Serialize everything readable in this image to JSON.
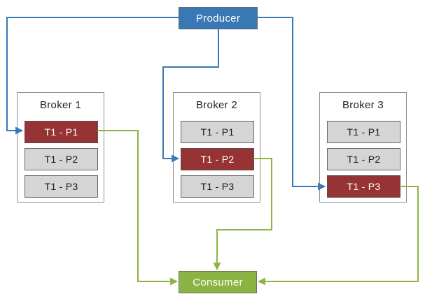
{
  "diagram": {
    "producer": {
      "label": "Producer"
    },
    "consumer": {
      "label": "Consumer"
    },
    "brokers": [
      {
        "title": "Broker 1",
        "partitions": [
          {
            "label": "T1 - P1",
            "leader": true
          },
          {
            "label": "T1 - P2",
            "leader": false
          },
          {
            "label": "T1 - P3",
            "leader": false
          }
        ]
      },
      {
        "title": "Broker 2",
        "partitions": [
          {
            "label": "T1 - P1",
            "leader": false
          },
          {
            "label": "T1 - P2",
            "leader": true
          },
          {
            "label": "T1 - P3",
            "leader": false
          }
        ]
      },
      {
        "title": "Broker 3",
        "partitions": [
          {
            "label": "T1 - P1",
            "leader": false
          },
          {
            "label": "T1 - P2",
            "leader": false
          },
          {
            "label": "T1 - P3",
            "leader": true
          }
        ]
      }
    ],
    "flows": [
      {
        "from": "Producer",
        "to": "Broker 1 / T1 - P1",
        "type": "produce",
        "color": "#3878b4"
      },
      {
        "from": "Producer",
        "to": "Broker 2 / T1 - P2",
        "type": "produce",
        "color": "#3878b4"
      },
      {
        "from": "Producer",
        "to": "Broker 3 / T1 - P3",
        "type": "produce",
        "color": "#3878b4"
      },
      {
        "from": "Broker 1 / T1 - P1",
        "to": "Consumer",
        "type": "consume",
        "color": "#8cb445"
      },
      {
        "from": "Broker 2 / T1 - P2",
        "to": "Consumer",
        "type": "consume",
        "color": "#8cb445"
      },
      {
        "from": "Broker 3 / T1 - P3",
        "to": "Consumer",
        "type": "consume",
        "color": "#8cb445"
      }
    ],
    "colors": {
      "producer_fill": "#3878b4",
      "consumer_fill": "#8cb445",
      "leader_partition_fill": "#963334",
      "follower_partition_fill": "#d5d5d5",
      "box_border": "#666666",
      "broker_border": "#8f8f8f",
      "produce_flow_line": "#3878b4",
      "consume_flow_line": "#8cb445"
    }
  }
}
